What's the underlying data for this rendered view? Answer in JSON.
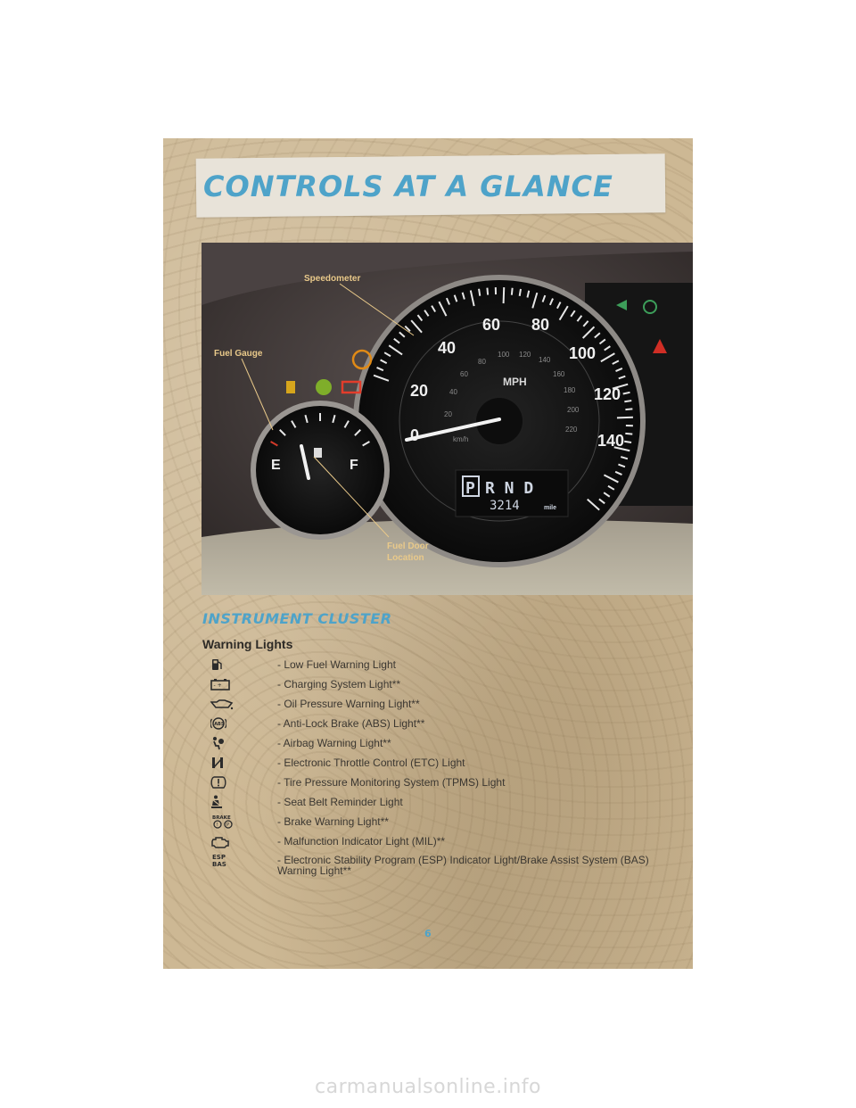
{
  "header": {
    "title": "CONTROLS AT A GLANCE"
  },
  "photo": {
    "callouts": {
      "speedometer": "Speedometer",
      "fuel_gauge": "Fuel Gauge",
      "fuel_door_1": "Fuel Door",
      "fuel_door_2": "Location"
    },
    "speedo_ticks_mph": [
      "0",
      "20",
      "40",
      "60",
      "80",
      "100",
      "120",
      "140"
    ],
    "speedo_ticks_kmh": [
      "20",
      "40",
      "60",
      "80",
      "100",
      "120",
      "140",
      "160",
      "180",
      "200",
      "220"
    ],
    "speedo_unit": "MPH",
    "kmh_unit": "km/h",
    "fuel_labels": {
      "empty": "E",
      "full": "F"
    },
    "gear_display": {
      "park": "P",
      "rest": "R N D"
    },
    "odometer": {
      "value": "3214",
      "unit": "mile"
    }
  },
  "section": {
    "title": "INSTRUMENT CLUSTER",
    "subhead": "Warning Lights",
    "items": [
      {
        "icon": "low-fuel-icon",
        "label": "- Low Fuel Warning Light"
      },
      {
        "icon": "battery-icon",
        "label": "- Charging System Light**"
      },
      {
        "icon": "oil-can-icon",
        "label": "- Oil Pressure Warning Light**"
      },
      {
        "icon": "abs-icon",
        "label": "- Anti-Lock Brake (ABS) Light**"
      },
      {
        "icon": "airbag-icon",
        "label": "- Airbag Warning Light**"
      },
      {
        "icon": "etc-icon",
        "label": "- Electronic Throttle Control (ETC) Light"
      },
      {
        "icon": "tpms-icon",
        "label": "- Tire Pressure Monitoring System (TPMS) Light"
      },
      {
        "icon": "seatbelt-icon",
        "label": "- Seat Belt Reminder Light"
      },
      {
        "icon": "brake-icon",
        "label": "- Brake Warning Light**",
        "icon_text": "BRAKE"
      },
      {
        "icon": "engine-icon",
        "label": "- Malfunction Indicator Light (MIL)**"
      },
      {
        "icon": "esp-bas-icon",
        "label": "- Electronic Stability Program (ESP) Indicator Light/Brake Assist System (BAS) Warning Light**",
        "icon_text_1": "ESP",
        "icon_text_2": "BAS"
      }
    ]
  },
  "footer": {
    "page_number": "6",
    "watermark": "carmanualsonline.info"
  }
}
